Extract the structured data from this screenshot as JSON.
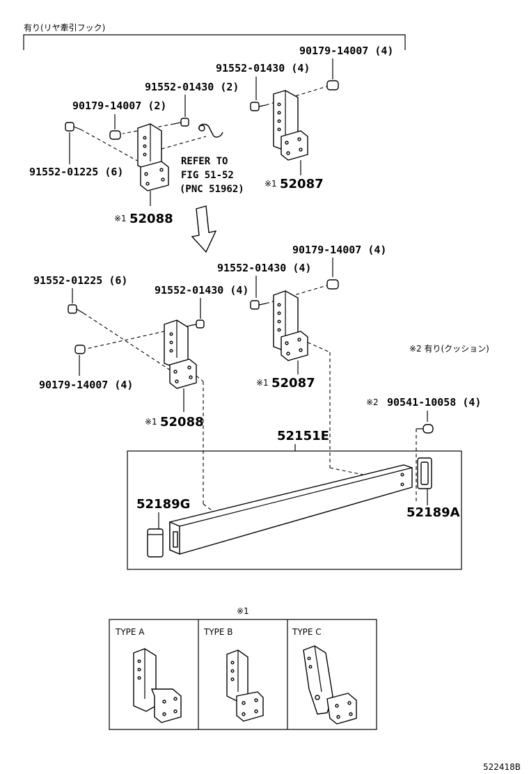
{
  "header_note": "有り(リヤ牽引フック)",
  "upper": {
    "bolt_left": "91552-01225 (6)",
    "nut_left": "90179-14007 (2)",
    "bolt_mid": "91552-01430 (2)",
    "bolt_right": "91552-01430 (4)",
    "nut_right": "90179-14007 (4)",
    "refer_line1": "REFER TO",
    "refer_line2": "FIG 51-52",
    "refer_line3": "(PNC 51962)",
    "bracket_left_mark": "※1",
    "bracket_left_num": "52088",
    "bracket_right_mark": "※1",
    "bracket_right_num": "52087"
  },
  "lower": {
    "bolt_left": "91552-01225 (6)",
    "bolt_mid": "91552-01430 (4)",
    "nut_left": "90179-14007 (4)",
    "bolt_right": "91552-01430 (4)",
    "nut_right": "90179-14007 (4)",
    "bracket_left_mark": "※1",
    "bracket_left_num": "52088",
    "bracket_right_mark": "※1",
    "bracket_right_num": "52087",
    "cushion_note": "※2 有り(クッション)",
    "screw_mark": "※2",
    "screw": "90541-10058 (4)",
    "reinforcement": "52151E",
    "cushion_left": "52189G",
    "cushion_right": "52189A"
  },
  "types": {
    "note": "※1",
    "a": "TYPE A",
    "b": "TYPE B",
    "c": "TYPE C"
  },
  "figure_id": "522418B"
}
